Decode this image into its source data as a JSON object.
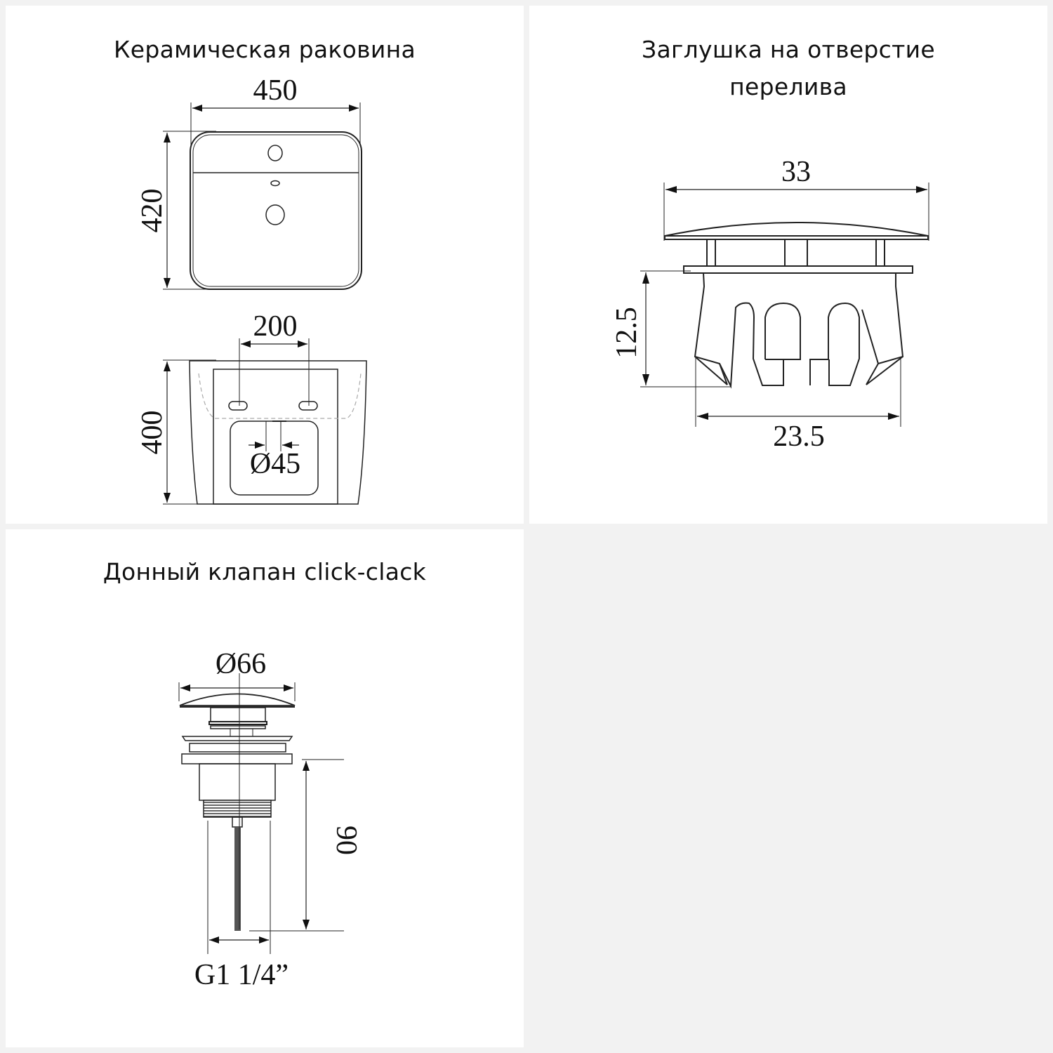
{
  "panels": {
    "sink": {
      "title": "Керамическая раковина",
      "dims": {
        "width": "450",
        "depth": "420",
        "mount_spacing": "200",
        "height": "400",
        "drain": "Ø45"
      }
    },
    "overflow_cap": {
      "title": "Заглушка на отверстие перелива",
      "title_line1": "Заглушка на отверстие",
      "title_line2": "перелива",
      "dims": {
        "cap_diameter": "33",
        "height": "12.5",
        "body_diameter": "23.5"
      }
    },
    "drain_valve": {
      "title": "Донный клапан click-clack",
      "dims": {
        "cap_diameter": "Ø66",
        "height": "90",
        "thread": "G1 1/4”"
      }
    }
  },
  "colors": {
    "background": "#f2f2f2",
    "panel": "#ffffff",
    "line": "#222222",
    "text": "#111111"
  }
}
